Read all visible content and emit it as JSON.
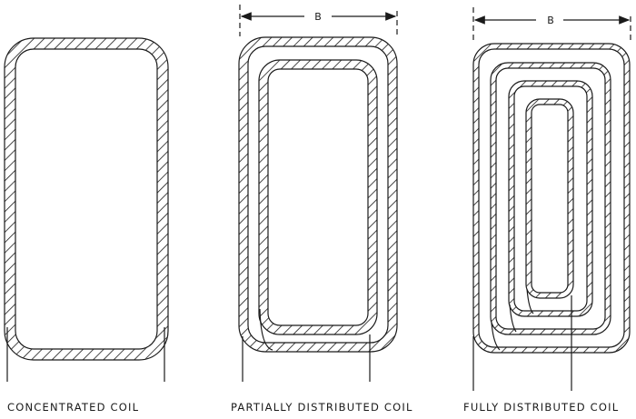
{
  "figure": {
    "labels": {
      "concentrated": "CONCENTRATED COIL",
      "partial": "PARTIALLY DISTRIBUTED COIL",
      "fully": "FULLY DISTRIBUTED COIL"
    },
    "dimension_label": "B"
  },
  "colors": {
    "ink": "#1a1a1a",
    "background": "#ffffff"
  }
}
